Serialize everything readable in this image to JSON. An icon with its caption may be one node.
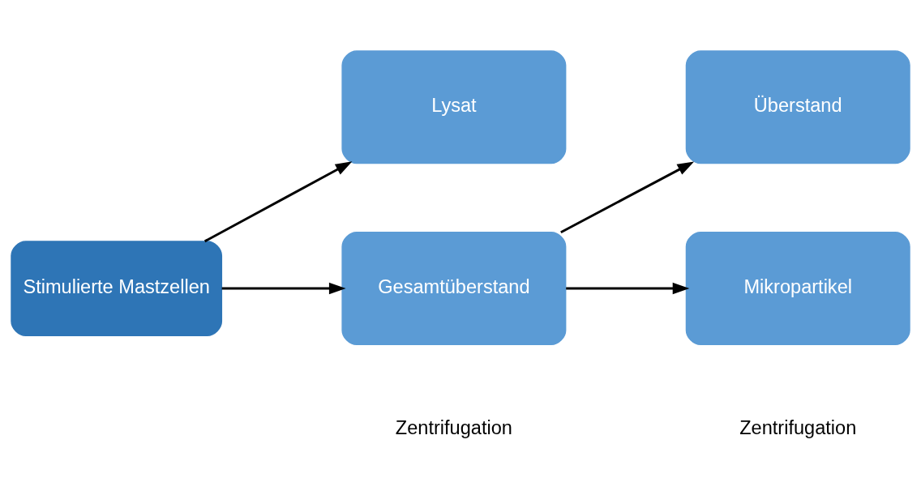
{
  "diagram": {
    "nodes": [
      {
        "text": [
          "Stimulierte Mastzellen"
        ]
      },
      {
        "text": [
          "Lysat"
        ]
      },
      {
        "text": [
          "Gesamtüberstand"
        ]
      },
      {
        "text": [
          "Überstand"
        ]
      },
      {
        "text": [
          "Mikropartikel"
        ]
      }
    ],
    "edges": [
      {
        "from": 0,
        "to": 1,
        "arrow": "to"
      },
      {
        "from": 0,
        "to": 2,
        "arrow": "to"
      },
      {
        "from": 2,
        "to": 3,
        "arrow": "to"
      },
      {
        "from": 2,
        "to": 4,
        "arrow": "to"
      }
    ],
    "labels": [
      "Zentrifugation",
      "Zentrifugation"
    ]
  }
}
